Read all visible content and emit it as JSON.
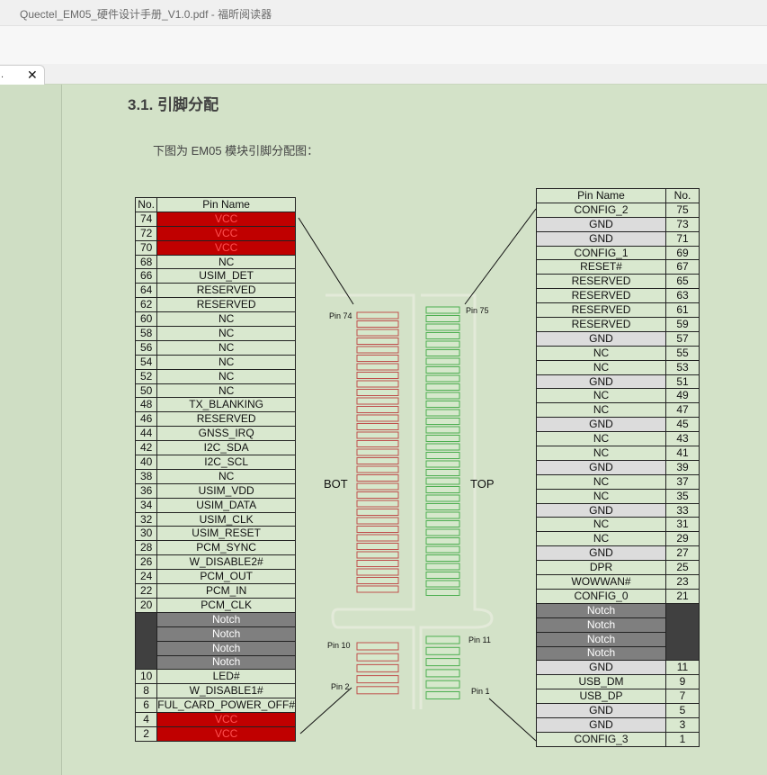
{
  "window": {
    "title": "Quectel_EM05_硬件设计手册_V1.0.pdf - 福昕阅读器"
  },
  "tab": {
    "label": ".",
    "close_glyph": "✕"
  },
  "section": {
    "heading": "3.1. 引脚分配",
    "intro": "下图为 EM05 模块引脚分配图："
  },
  "left_table": {
    "headers": [
      "No.",
      "Pin Name"
    ],
    "rows": [
      {
        "no": "74",
        "name": "VCC",
        "style": "vcc"
      },
      {
        "no": "72",
        "name": "VCC",
        "style": "vcc"
      },
      {
        "no": "70",
        "name": "VCC",
        "style": "vcc"
      },
      {
        "no": "68",
        "name": "NC"
      },
      {
        "no": "66",
        "name": "USIM_DET"
      },
      {
        "no": "64",
        "name": "RESERVED"
      },
      {
        "no": "62",
        "name": "RESERVED"
      },
      {
        "no": "60",
        "name": "NC"
      },
      {
        "no": "58",
        "name": "NC"
      },
      {
        "no": "56",
        "name": "NC"
      },
      {
        "no": "54",
        "name": "NC"
      },
      {
        "no": "52",
        "name": "NC"
      },
      {
        "no": "50",
        "name": "NC"
      },
      {
        "no": "48",
        "name": "TX_BLANKING"
      },
      {
        "no": "46",
        "name": "RESERVED"
      },
      {
        "no": "44",
        "name": "GNSS_IRQ"
      },
      {
        "no": "42",
        "name": "I2C_SDA"
      },
      {
        "no": "40",
        "name": "I2C_SCL"
      },
      {
        "no": "38",
        "name": "NC"
      },
      {
        "no": "36",
        "name": "USIM_VDD"
      },
      {
        "no": "34",
        "name": "USIM_DATA"
      },
      {
        "no": "32",
        "name": "USIM_CLK"
      },
      {
        "no": "30",
        "name": "USIM_RESET"
      },
      {
        "no": "28",
        "name": "PCM_SYNC"
      },
      {
        "no": "26",
        "name": "W_DISABLE2#"
      },
      {
        "no": "24",
        "name": "PCM_OUT"
      },
      {
        "no": "22",
        "name": "PCM_IN"
      },
      {
        "no": "20",
        "name": "PCM_CLK"
      },
      {
        "no": "",
        "name": "Notch",
        "style": "notch"
      },
      {
        "no": "",
        "name": "Notch",
        "style": "notch"
      },
      {
        "no": "",
        "name": "Notch",
        "style": "notch"
      },
      {
        "no": "",
        "name": "Notch",
        "style": "notch"
      },
      {
        "no": "10",
        "name": "LED#"
      },
      {
        "no": "8",
        "name": "W_DISABLE1#"
      },
      {
        "no": "6",
        "name": "FUL_CARD_POWER_OFF#"
      },
      {
        "no": "4",
        "name": "VCC",
        "style": "vcc"
      },
      {
        "no": "2",
        "name": "VCC",
        "style": "vcc"
      }
    ]
  },
  "right_table": {
    "headers": [
      "Pin Name",
      "No."
    ],
    "rows": [
      {
        "name": "CONFIG_2",
        "no": "75"
      },
      {
        "name": "GND",
        "no": "73",
        "style": "gnd"
      },
      {
        "name": "GND",
        "no": "71",
        "style": "gnd"
      },
      {
        "name": "CONFIG_1",
        "no": "69"
      },
      {
        "name": "RESET#",
        "no": "67"
      },
      {
        "name": "RESERVED",
        "no": "65"
      },
      {
        "name": "RESERVED",
        "no": "63"
      },
      {
        "name": "RESERVED",
        "no": "61"
      },
      {
        "name": "RESERVED",
        "no": "59"
      },
      {
        "name": "GND",
        "no": "57",
        "style": "gnd"
      },
      {
        "name": "NC",
        "no": "55"
      },
      {
        "name": "NC",
        "no": "53"
      },
      {
        "name": "GND",
        "no": "51",
        "style": "gnd"
      },
      {
        "name": "NC",
        "no": "49"
      },
      {
        "name": "NC",
        "no": "47"
      },
      {
        "name": "GND",
        "no": "45",
        "style": "gnd"
      },
      {
        "name": "NC",
        "no": "43"
      },
      {
        "name": "NC",
        "no": "41"
      },
      {
        "name": "GND",
        "no": "39",
        "style": "gnd"
      },
      {
        "name": "NC",
        "no": "37"
      },
      {
        "name": "NC",
        "no": "35"
      },
      {
        "name": "GND",
        "no": "33",
        "style": "gnd"
      },
      {
        "name": "NC",
        "no": "31"
      },
      {
        "name": "NC",
        "no": "29"
      },
      {
        "name": "GND",
        "no": "27",
        "style": "gnd"
      },
      {
        "name": "DPR",
        "no": "25"
      },
      {
        "name": "WOWWAN#",
        "no": "23"
      },
      {
        "name": "CONFIG_0",
        "no": "21"
      },
      {
        "name": "Notch",
        "no": "",
        "style": "notch"
      },
      {
        "name": "Notch",
        "no": "",
        "style": "notch"
      },
      {
        "name": "Notch",
        "no": "",
        "style": "notch"
      },
      {
        "name": "Notch",
        "no": "",
        "style": "notch"
      },
      {
        "name": "GND",
        "no": "11",
        "style": "gnd"
      },
      {
        "name": "USB_DM",
        "no": "9"
      },
      {
        "name": "USB_DP",
        "no": "7"
      },
      {
        "name": "GND",
        "no": "5",
        "style": "gnd"
      },
      {
        "name": "GND",
        "no": "3",
        "style": "gnd"
      },
      {
        "name": "CONFIG_3",
        "no": "1"
      }
    ]
  },
  "diagram": {
    "bot_label": "BOT",
    "top_label": "TOP",
    "pin74_label": "Pin 74",
    "pin75_label": "Pin 75",
    "pin10_label": "Pin 10",
    "pin11_label": "Pin 11",
    "pin2_label": "Pin 2",
    "pin1_label": "Pin 1",
    "colors": {
      "bot_pad": "#c0504d",
      "top_pad": "#4caf50",
      "pad_fill": "#d6e8cc"
    }
  }
}
